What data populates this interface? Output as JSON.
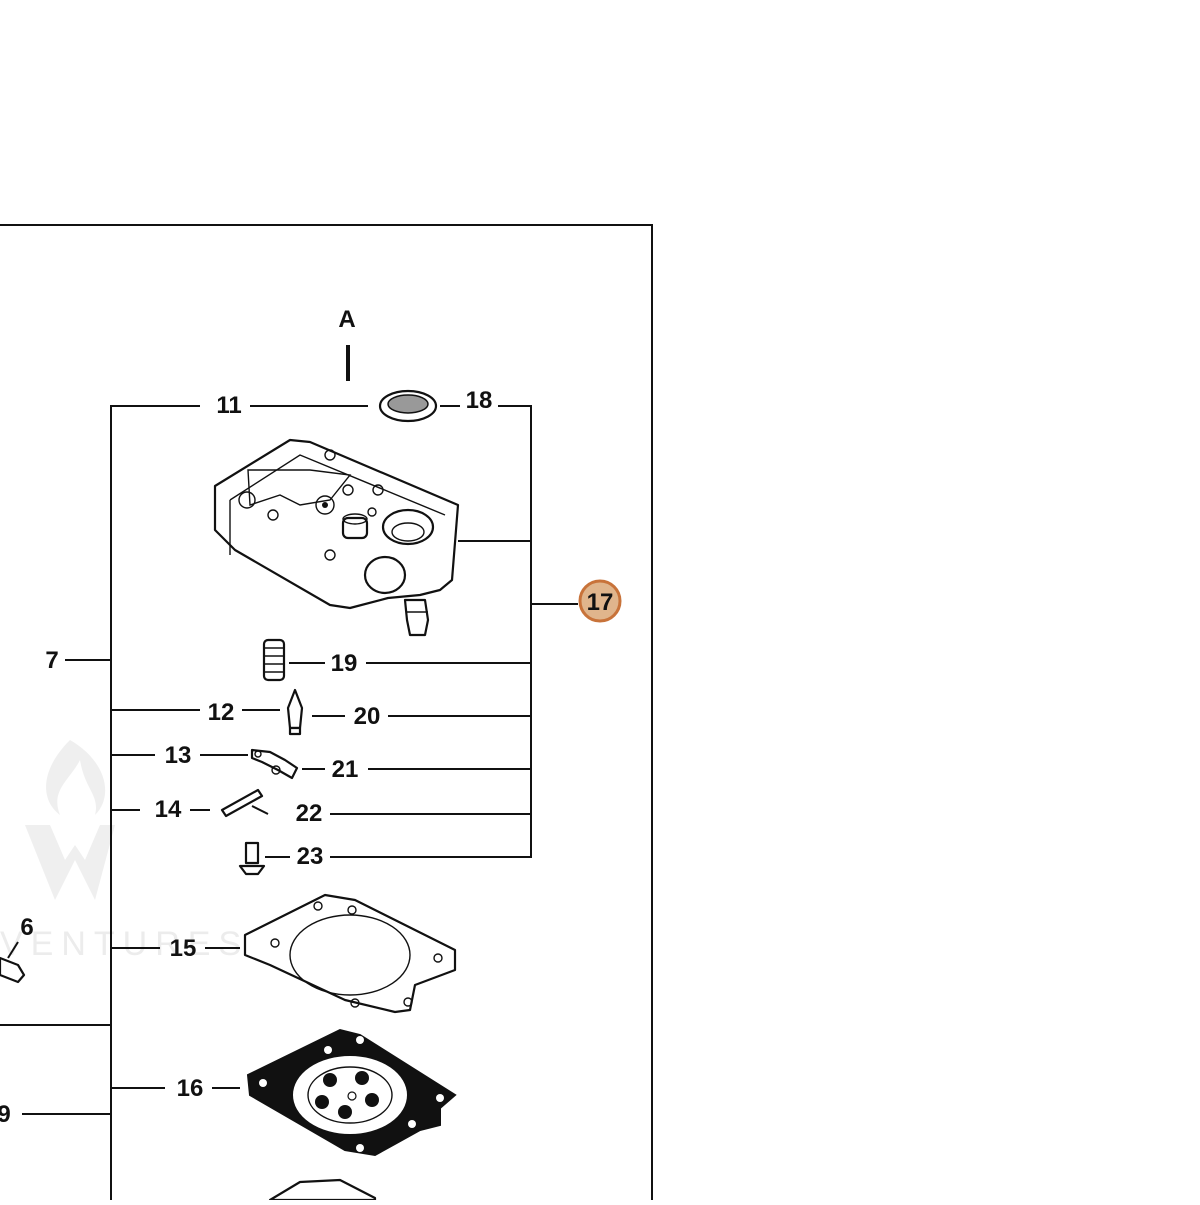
{
  "diagram": {
    "view_label": "A",
    "highlight_color": "#e0b58c",
    "highlight_stroke": "#c8733a",
    "watermark_text": "VENTURES",
    "callouts": {
      "c6": "6",
      "c7": "7",
      "c9": "9",
      "c11": "11",
      "c12": "12",
      "c13": "13",
      "c14": "14",
      "c15": "15",
      "c16": "16",
      "c17": "17",
      "c18": "18",
      "c19": "19",
      "c20": "20",
      "c21": "21",
      "c22": "22",
      "c23": "23"
    }
  }
}
